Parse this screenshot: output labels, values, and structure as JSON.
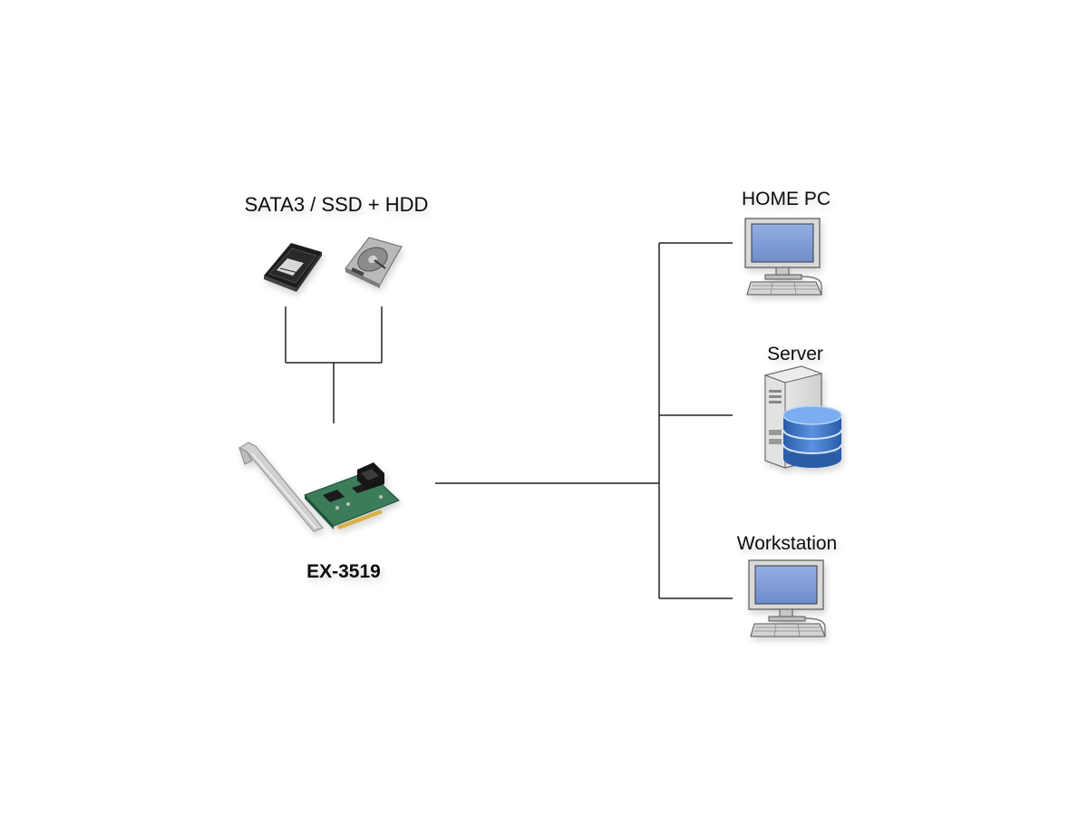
{
  "labels": {
    "storage": "SATA3 / SSD + HDD",
    "card": "EX-3519",
    "home_pc": "HOME PC",
    "server": "Server",
    "workstation": "Workstation"
  },
  "icons": {
    "ssd": "ssd-icon",
    "hdd": "hdd-icon",
    "card": "pcie-card-icon",
    "home_pc": "desktop-pc-icon",
    "server": "server-database-icon",
    "workstation": "workstation-pc-icon"
  },
  "colors": {
    "line": "#222222",
    "screen": "#7f9ad4",
    "database": "#3d72c4",
    "pcb": "#3a7d5a",
    "bracket": "#c8c8c8"
  }
}
